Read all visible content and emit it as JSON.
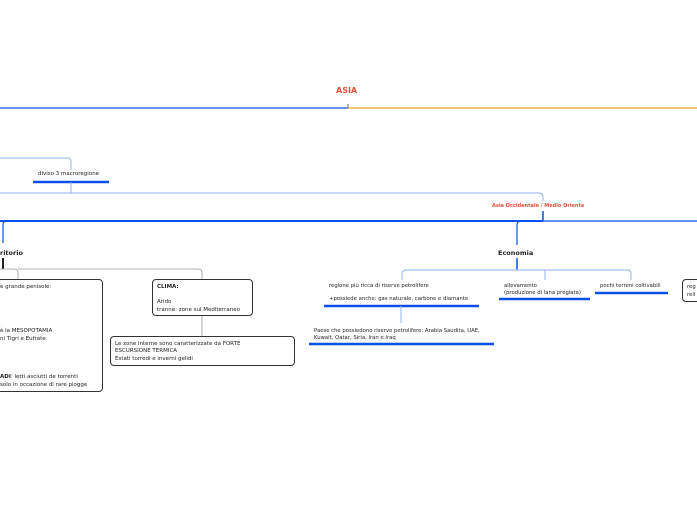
{
  "root": {
    "title": "ASIA",
    "color": "#e8503a"
  },
  "colors": {
    "blue": "#0b4fe8",
    "light_blue": "#8fb0f5",
    "orange": "#f5a623",
    "red": "#e8503a"
  },
  "nodes": {
    "diviso": "diviso 3 macroregione",
    "asia_occ": "Asia Occidentale / Medio Oriente",
    "territorio": "ritorio",
    "territorio_box": {
      "l1": "e grande penisole:",
      "l2": "è la MESOPOTAMIA",
      "l3": "ni Tigri e Eufrate",
      "l4_bold": "ADI",
      "l4": ": letti asciutti de torrenti",
      "l5": "solo in occazione di rare piogge"
    },
    "clima": {
      "title": "CLIMA:",
      "l1": "Arido",
      "l2": "tranne: zone sul Mediterraneo"
    },
    "zone_interne": {
      "l1": "Le zone interne sono caratterizzate da FORTE",
      "l2": "ESCURSIONE TERMICA",
      "l3": "Estati torredi e inverni gelidi"
    },
    "economia": "Economia",
    "petrolio": {
      "l1": "regione più ricca di riserve petrolifere",
      "l2": "+possiede anche: gas naturale, carbone e diamante"
    },
    "paesi": {
      "l1": "Paese che possiedono riserve petrolifere: Arabia Saudita, UAE,",
      "l2": "Kuwait, Qatar, Siria, Iran e Iraq"
    },
    "allevamento": {
      "l1": "allevamento",
      "l2": "(produzione di lana pregiata)"
    },
    "terreni": "pochi terreni coltivabili",
    "right_box": {
      "l1": "reg",
      "l2": "reli"
    }
  }
}
